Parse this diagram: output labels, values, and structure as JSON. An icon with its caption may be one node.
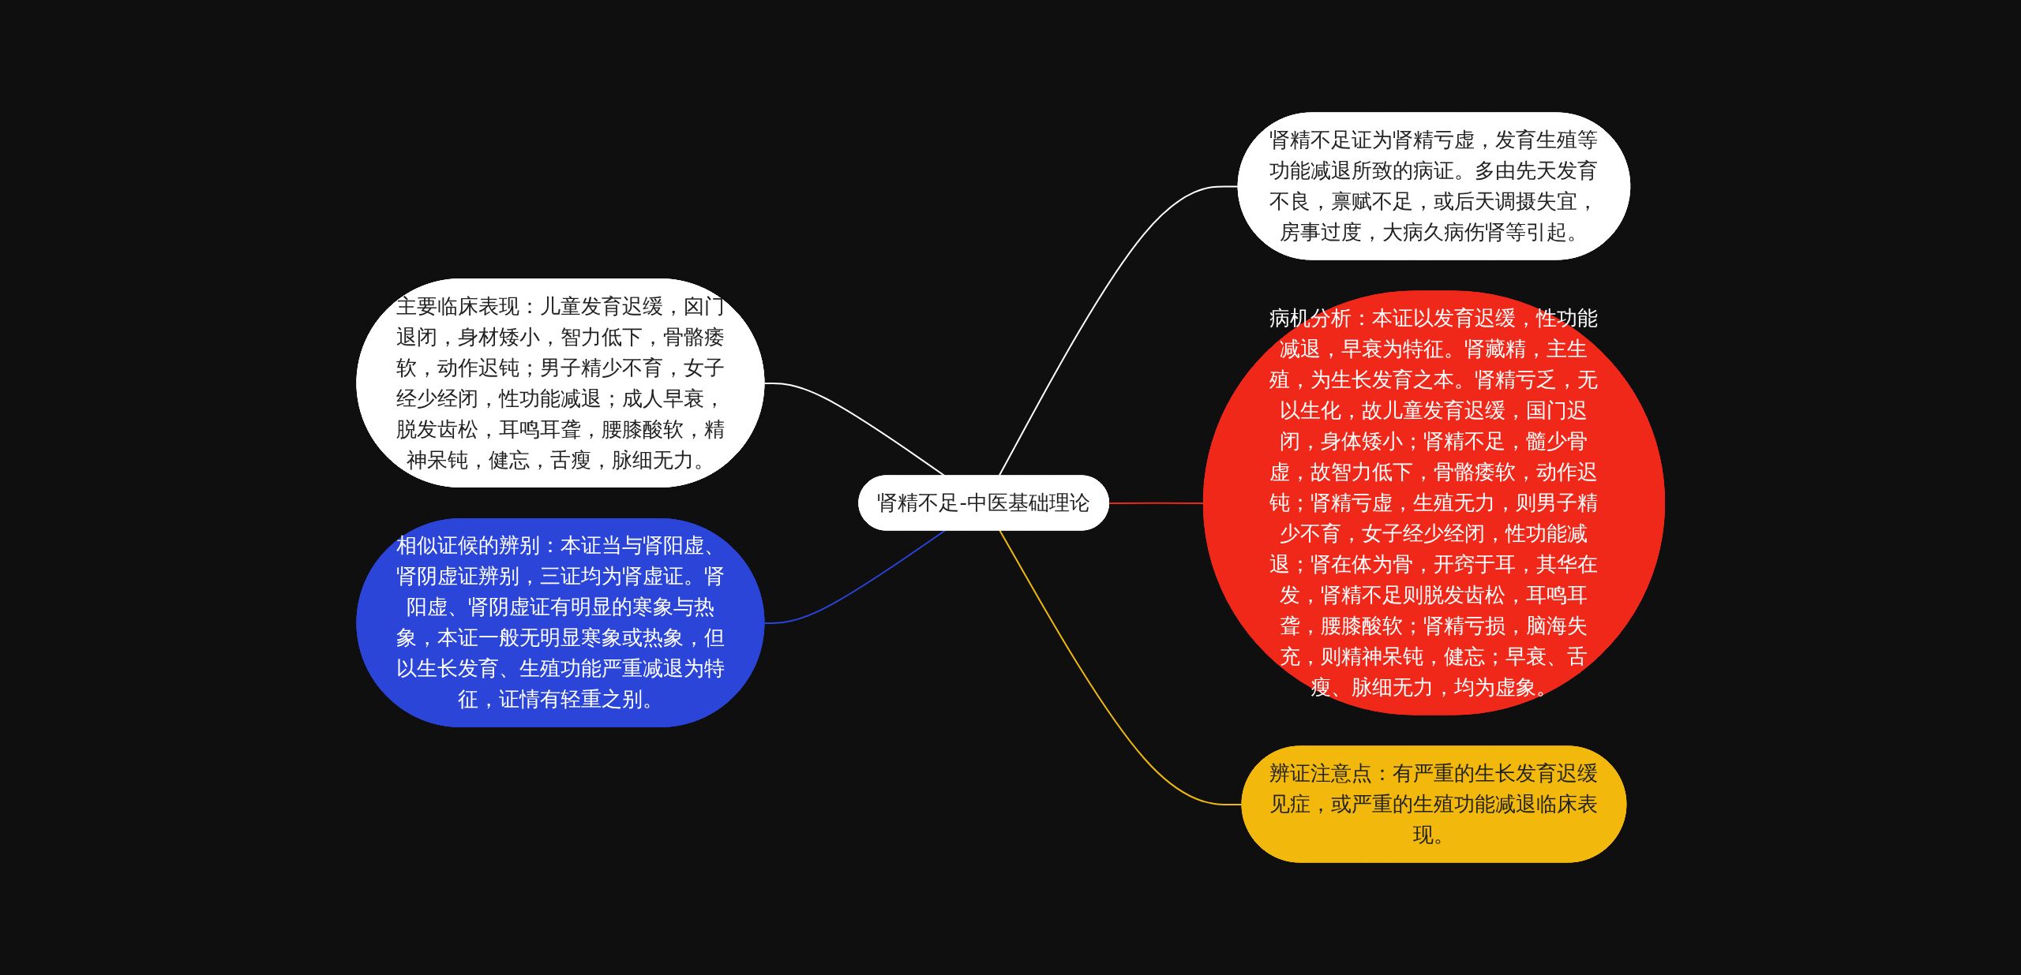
{
  "diagram": {
    "nodes": [
      {
        "text": [
          "肾精不足-中医基础理论"
        ]
      },
      {
        "text": [
          "肾精不足证为肾精亏虚，发育生殖等功能减退所致的病证。多由先天发育不良，禀赋不足，或后天调摄失宜，房事过度，大病久病伤肾等引起。"
        ]
      },
      {
        "text": [
          "主要临床表现：儿童发育迟缓，囟门退闭，身材矮小，智力低下，骨骼痿软，动作迟钝；男子精少不育，女子经少经闭，性功能减退；成人早衰，脱发齿松，耳鸣耳聋，腰膝酸软，精神呆钝，健忘，舌瘦，脉细无力。"
        ]
      },
      {
        "text": [
          "病机分析：本证以发育迟缓，性功能减退，早衰为特征。肾藏精，主生殖，为生长发育之本。肾精亏乏，无以生化，故儿童发育迟缓，国门迟闭，身体矮小；肾精不足，髓少骨虚，故智力低下，骨骼痿软，动作迟钝；肾精亏虚，生殖无力，则男子精少不育，女子经少经闭，性功能减退；肾在体为骨，开窍于耳，其华在发，肾精不足则脱发齿松，耳鸣耳聋，腰膝酸软；肾精亏损，脑海失充，则精神呆钝，健忘；早衰、舌瘦、脉细无力，均为虚象。"
        ]
      },
      {
        "text": [
          "相似证候的辨别：本证当与肾阳虚、肾阴虚证辨别，三证均为肾虚证。肾阳虚、肾阴虚证有明显的寒象与热象，本证一般无明显寒象或热象，但以生长发育、生殖功能严重减退为特征，证情有轻重之别。"
        ]
      },
      {
        "text": [
          "辨证注意点：有严重的生长发育迟缓见症，或严重的生殖功能减退临床表现。"
        ]
      }
    ],
    "edges": [
      {
        "from": 0,
        "to": 1,
        "arrow": "none"
      },
      {
        "from": 0,
        "to": 2,
        "arrow": "none"
      },
      {
        "from": 0,
        "to": 3,
        "arrow": "none",
        "color": "#e8281a"
      },
      {
        "from": 0,
        "to": 4,
        "arrow": "none",
        "color": "#2a44d8"
      },
      {
        "from": 0,
        "to": 5,
        "arrow": "none",
        "color": "#f0b90b"
      }
    ]
  }
}
